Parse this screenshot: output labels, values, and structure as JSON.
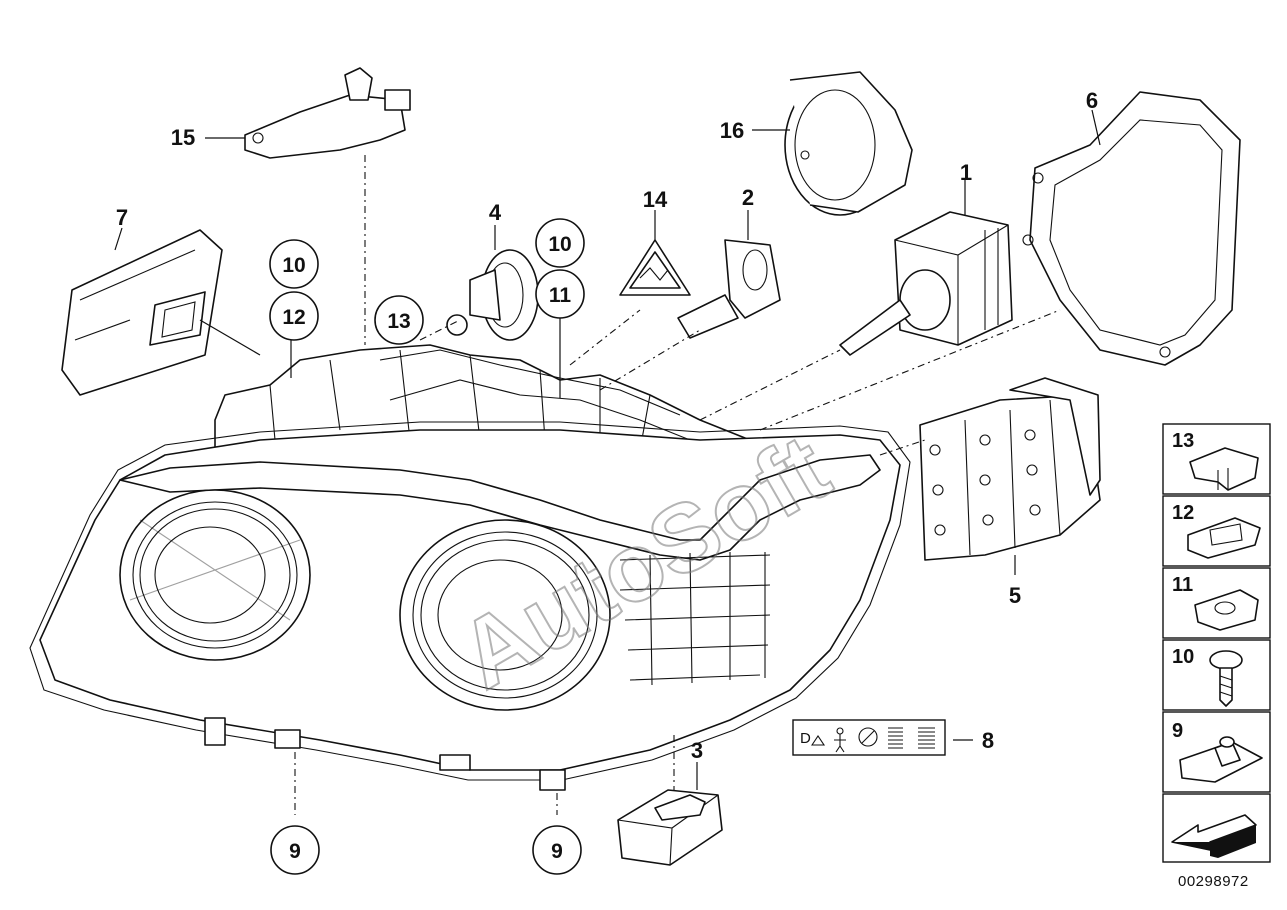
{
  "diagram": {
    "reference_code": "00298972",
    "watermark": "AutoSoft",
    "callouts": [
      {
        "id": "1",
        "label": "1"
      },
      {
        "id": "2",
        "label": "2"
      },
      {
        "id": "3",
        "label": "3"
      },
      {
        "id": "4",
        "label": "4"
      },
      {
        "id": "5",
        "label": "5"
      },
      {
        "id": "6",
        "label": "6"
      },
      {
        "id": "7",
        "label": "7"
      },
      {
        "id": "8",
        "label": "8"
      },
      {
        "id": "14",
        "label": "14"
      },
      {
        "id": "15",
        "label": "15"
      },
      {
        "id": "16",
        "label": "16"
      }
    ],
    "circled_callouts": [
      {
        "id": "c10a",
        "label": "10"
      },
      {
        "id": "c12",
        "label": "12"
      },
      {
        "id": "c13",
        "label": "13"
      },
      {
        "id": "c10b",
        "label": "10"
      },
      {
        "id": "c11",
        "label": "11"
      },
      {
        "id": "c9a",
        "label": "9"
      },
      {
        "id": "c9b",
        "label": "9"
      }
    ],
    "side_panel": [
      {
        "label": "13"
      },
      {
        "label": "12"
      },
      {
        "label": "11"
      },
      {
        "label": "10"
      },
      {
        "label": "9"
      }
    ],
    "label_8_text": "D"
  }
}
